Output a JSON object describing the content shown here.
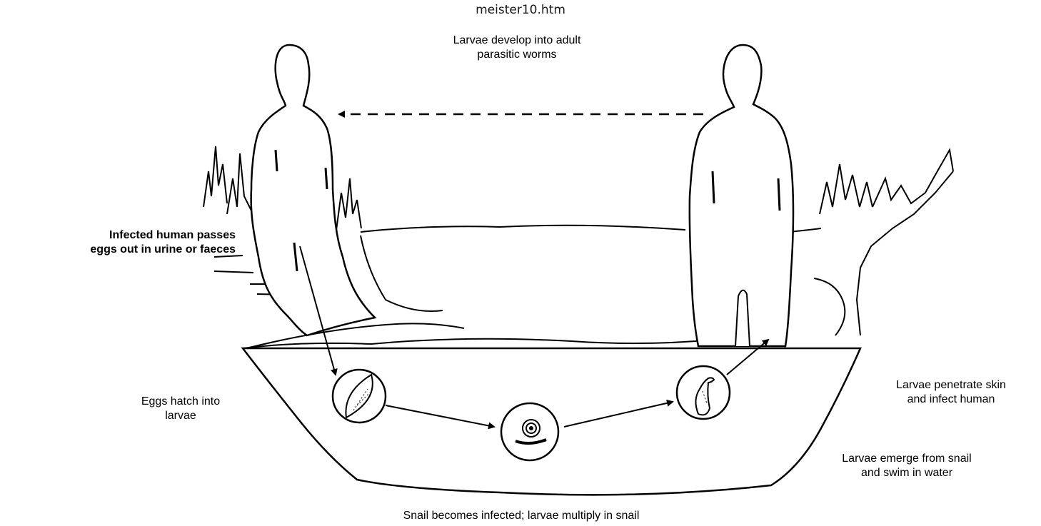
{
  "page": {
    "title": "meister10.htm"
  },
  "diagram": {
    "stroke_color": "#000000",
    "labels": {
      "larvae_develop": "Larvae develop into adult\nparasitic worms",
      "infected_human": "Infected human passes\neggs out in urine or faeces",
      "eggs_hatch": "Eggs hatch into\nlarvae",
      "larvae_penetrate": "Larvae penetrate skin\nand infect human",
      "larvae_emerge": "Larvae emerge from snail\nand swim in water",
      "snail_infected": "Snail becomes infected; larvae multiply in snail"
    }
  }
}
